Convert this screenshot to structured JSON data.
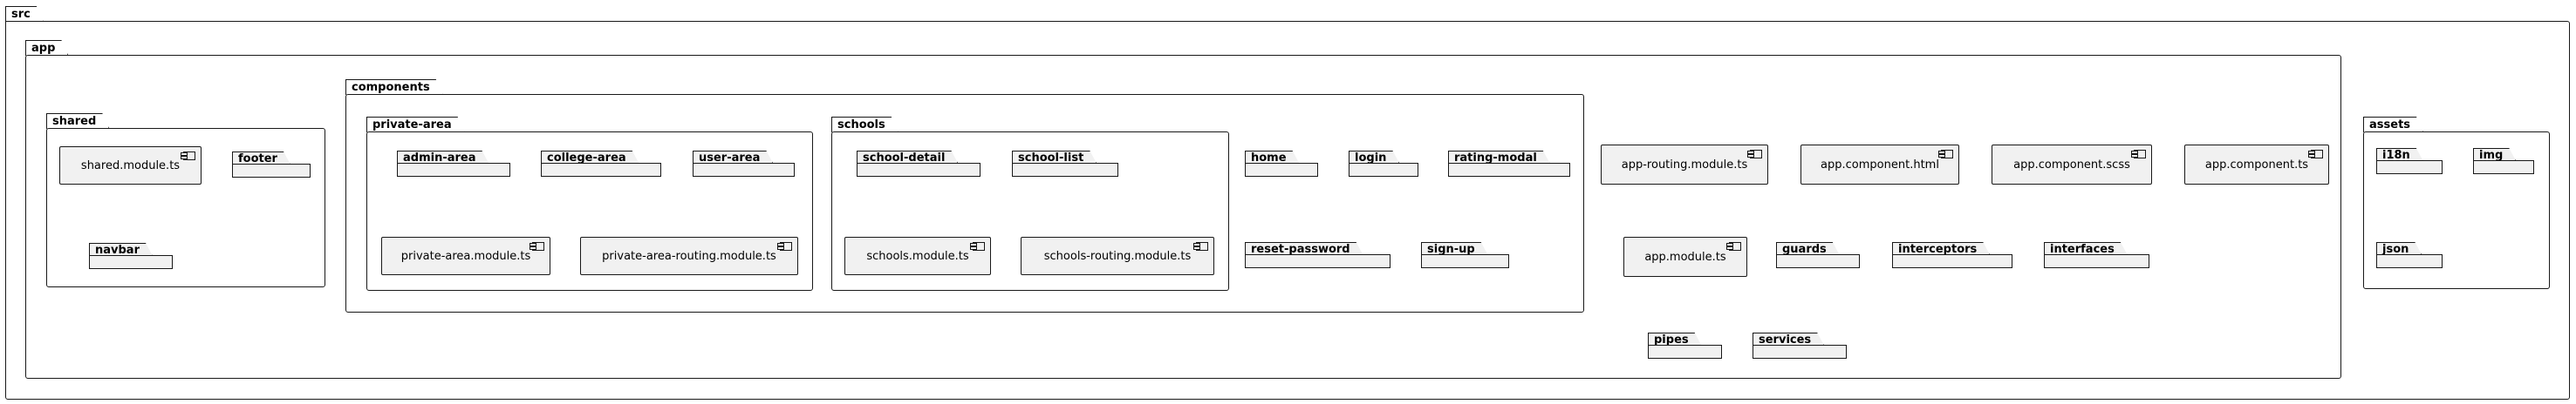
{
  "packages": {
    "src": "src",
    "app": "app",
    "shared": "shared",
    "components": "components",
    "private_area": "private-area",
    "schools": "schools",
    "assets": "assets"
  },
  "shared": {
    "shared_module": "shared.module.ts",
    "footer": "footer",
    "navbar": "navbar"
  },
  "private_area": {
    "admin_area": "admin-area",
    "college_area": "college-area",
    "user_area": "user-area",
    "private_area_module": "private-area.module.ts",
    "private_area_routing_module": "private-area-routing.module.ts"
  },
  "schools": {
    "school_detail": "school-detail",
    "school_list": "school-list",
    "schools_module": "schools.module.ts",
    "schools_routing_module": "schools-routing.module.ts"
  },
  "components": {
    "home": "home",
    "login": "login",
    "rating_modal": "rating-modal",
    "reset_password": "reset-password",
    "sign_up": "sign-up"
  },
  "app": {
    "app_routing_module": "app-routing.module.ts",
    "app_component_html": "app.component.html",
    "app_component_scss": "app.component.scss",
    "app_component_ts": "app.component.ts",
    "app_module": "app.module.ts",
    "guards": "guards",
    "interceptors": "interceptors",
    "interfaces": "interfaces",
    "pipes": "pipes",
    "services": "services"
  },
  "assets": {
    "i18n": "i18n",
    "img": "img",
    "json": "json"
  }
}
